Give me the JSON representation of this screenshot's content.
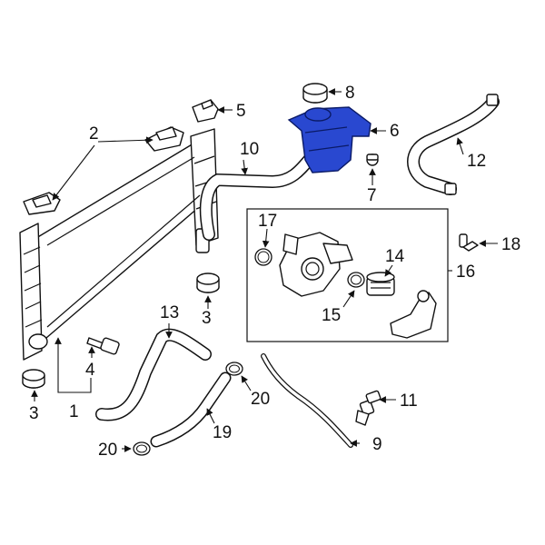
{
  "colors": {
    "highlight": "#2948d0",
    "line": "#111111",
    "background": "#ffffff"
  },
  "callouts": {
    "c1": "1",
    "c2": "2",
    "c3a": "3",
    "c3b": "3",
    "c4": "4",
    "c5": "5",
    "c6": "6",
    "c7": "7",
    "c8": "8",
    "c9": "9",
    "c10": "10",
    "c11": "11",
    "c12": "12",
    "c13": "13",
    "c14": "14",
    "c15": "15",
    "c16": "16",
    "c17": "17",
    "c18": "18",
    "c19": "19",
    "c20a": "20",
    "c20b": "20"
  }
}
